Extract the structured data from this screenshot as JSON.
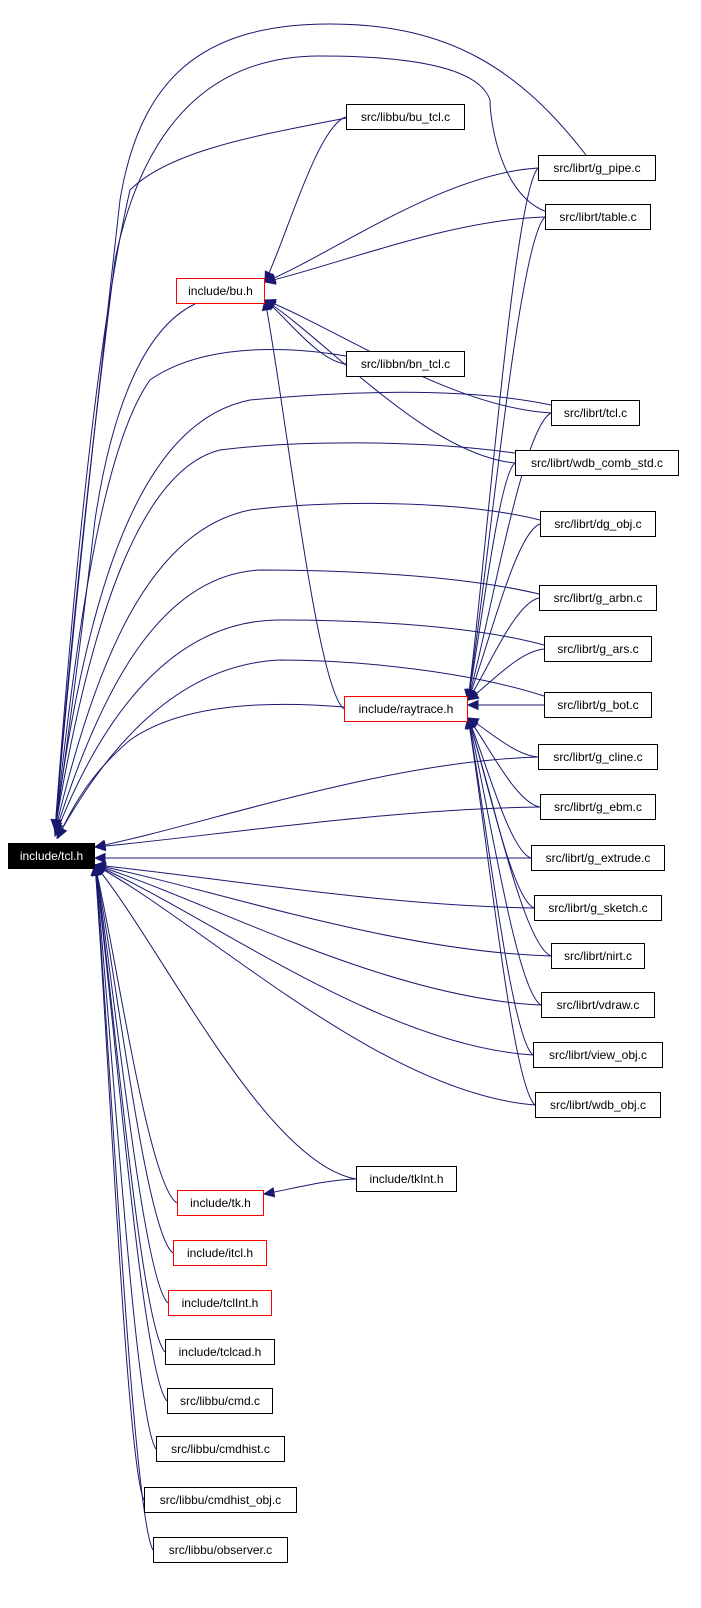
{
  "graph": {
    "root": {
      "id": "tcl_h",
      "label": "include/tcl.h"
    },
    "nodes": [
      {
        "id": "bu_tcl_c",
        "label": "src/libbu/bu_tcl.c",
        "style": "file"
      },
      {
        "id": "g_pipe_c",
        "label": "src/librt/g_pipe.c",
        "style": "file"
      },
      {
        "id": "table_c",
        "label": "src/librt/table.c",
        "style": "file"
      },
      {
        "id": "bu_h",
        "label": "include/bu.h",
        "style": "header"
      },
      {
        "id": "bn_tcl_c",
        "label": "src/libbn/bn_tcl.c",
        "style": "file"
      },
      {
        "id": "tcl_c",
        "label": "src/librt/tcl.c",
        "style": "file"
      },
      {
        "id": "wdb_comb_std_c",
        "label": "src/librt/wdb_comb_std.c",
        "style": "file"
      },
      {
        "id": "dg_obj_c",
        "label": "src/librt/dg_obj.c",
        "style": "file"
      },
      {
        "id": "g_arbn_c",
        "label": "src/librt/g_arbn.c",
        "style": "file"
      },
      {
        "id": "g_ars_c",
        "label": "src/librt/g_ars.c",
        "style": "file"
      },
      {
        "id": "raytrace_h",
        "label": "include/raytrace.h",
        "style": "header"
      },
      {
        "id": "g_bot_c",
        "label": "src/librt/g_bot.c",
        "style": "file"
      },
      {
        "id": "g_cline_c",
        "label": "src/librt/g_cline.c",
        "style": "file"
      },
      {
        "id": "g_ebm_c",
        "label": "src/librt/g_ebm.c",
        "style": "file"
      },
      {
        "id": "g_extrude_c",
        "label": "src/librt/g_extrude.c",
        "style": "file"
      },
      {
        "id": "g_sketch_c",
        "label": "src/librt/g_sketch.c",
        "style": "file"
      },
      {
        "id": "nirt_c",
        "label": "src/librt/nirt.c",
        "style": "file"
      },
      {
        "id": "vdraw_c",
        "label": "src/librt/vdraw.c",
        "style": "file"
      },
      {
        "id": "view_obj_c",
        "label": "src/librt/view_obj.c",
        "style": "file"
      },
      {
        "id": "wdb_obj_c",
        "label": "src/librt/wdb_obj.c",
        "style": "file"
      },
      {
        "id": "tkInt_h",
        "label": "include/tkInt.h",
        "style": "file"
      },
      {
        "id": "tk_h",
        "label": "include/tk.h",
        "style": "header"
      },
      {
        "id": "itcl_h",
        "label": "include/itcl.h",
        "style": "header"
      },
      {
        "id": "tclInt_h",
        "label": "include/tclInt.h",
        "style": "header"
      },
      {
        "id": "tclcad_h",
        "label": "include/tclcad.h",
        "style": "file"
      },
      {
        "id": "cmd_c",
        "label": "src/libbu/cmd.c",
        "style": "file"
      },
      {
        "id": "cmdhist_c",
        "label": "src/libbu/cmdhist.c",
        "style": "file"
      },
      {
        "id": "cmdhist_obj_c",
        "label": "src/libbu/cmdhist_obj.c",
        "style": "file"
      },
      {
        "id": "observer_c",
        "label": "src/libbu/observer.c",
        "style": "file"
      }
    ],
    "edges": [
      [
        "g_pipe_c",
        "tcl_h"
      ],
      [
        "bu_tcl_c",
        "tcl_h"
      ],
      [
        "bu_h",
        "tcl_h"
      ],
      [
        "bn_tcl_c",
        "tcl_h"
      ],
      [
        "tcl_c",
        "tcl_h"
      ],
      [
        "wdb_comb_std_c",
        "tcl_h"
      ],
      [
        "dg_obj_c",
        "tcl_h"
      ],
      [
        "g_arbn_c",
        "tcl_h"
      ],
      [
        "g_ars_c",
        "tcl_h"
      ],
      [
        "g_bot_c",
        "tcl_h"
      ],
      [
        "raytrace_h",
        "tcl_h"
      ],
      [
        "g_cline_c",
        "tcl_h"
      ],
      [
        "g_ebm_c",
        "tcl_h"
      ],
      [
        "g_extrude_c",
        "tcl_h"
      ],
      [
        "g_sketch_c",
        "tcl_h"
      ],
      [
        "nirt_c",
        "tcl_h"
      ],
      [
        "vdraw_c",
        "tcl_h"
      ],
      [
        "view_obj_c",
        "tcl_h"
      ],
      [
        "wdb_obj_c",
        "tcl_h"
      ],
      [
        "tkInt_h",
        "tcl_h"
      ],
      [
        "tk_h",
        "tcl_h"
      ],
      [
        "itcl_h",
        "tcl_h"
      ],
      [
        "tclInt_h",
        "tcl_h"
      ],
      [
        "tclcad_h",
        "tcl_h"
      ],
      [
        "cmd_c",
        "tcl_h"
      ],
      [
        "cmdhist_c",
        "tcl_h"
      ],
      [
        "cmdhist_obj_c",
        "tcl_h"
      ],
      [
        "observer_c",
        "tcl_h"
      ],
      [
        "table_c",
        "tcl_h"
      ],
      [
        "bu_tcl_c",
        "bu_h"
      ],
      [
        "g_pipe_c",
        "bu_h"
      ],
      [
        "table_c",
        "bu_h"
      ],
      [
        "bn_tcl_c",
        "bu_h"
      ],
      [
        "tcl_c",
        "bu_h"
      ],
      [
        "wdb_comb_std_c",
        "bu_h"
      ],
      [
        "raytrace_h",
        "bu_h"
      ],
      [
        "g_pipe_c",
        "raytrace_h"
      ],
      [
        "table_c",
        "raytrace_h"
      ],
      [
        "tcl_c",
        "raytrace_h"
      ],
      [
        "wdb_comb_std_c",
        "raytrace_h"
      ],
      [
        "dg_obj_c",
        "raytrace_h"
      ],
      [
        "g_arbn_c",
        "raytrace_h"
      ],
      [
        "g_ars_c",
        "raytrace_h"
      ],
      [
        "g_bot_c",
        "raytrace_h"
      ],
      [
        "g_cline_c",
        "raytrace_h"
      ],
      [
        "g_ebm_c",
        "raytrace_h"
      ],
      [
        "g_extrude_c",
        "raytrace_h"
      ],
      [
        "g_sketch_c",
        "raytrace_h"
      ],
      [
        "nirt_c",
        "raytrace_h"
      ],
      [
        "vdraw_c",
        "raytrace_h"
      ],
      [
        "view_obj_c",
        "raytrace_h"
      ],
      [
        "wdb_obj_c",
        "raytrace_h"
      ],
      [
        "tkInt_h",
        "tk_h"
      ]
    ],
    "colors": {
      "edge": "#191970",
      "header_border": "#ff0000",
      "file_border": "#000000",
      "root_fill": "#000000",
      "root_text": "#ffffff"
    }
  }
}
